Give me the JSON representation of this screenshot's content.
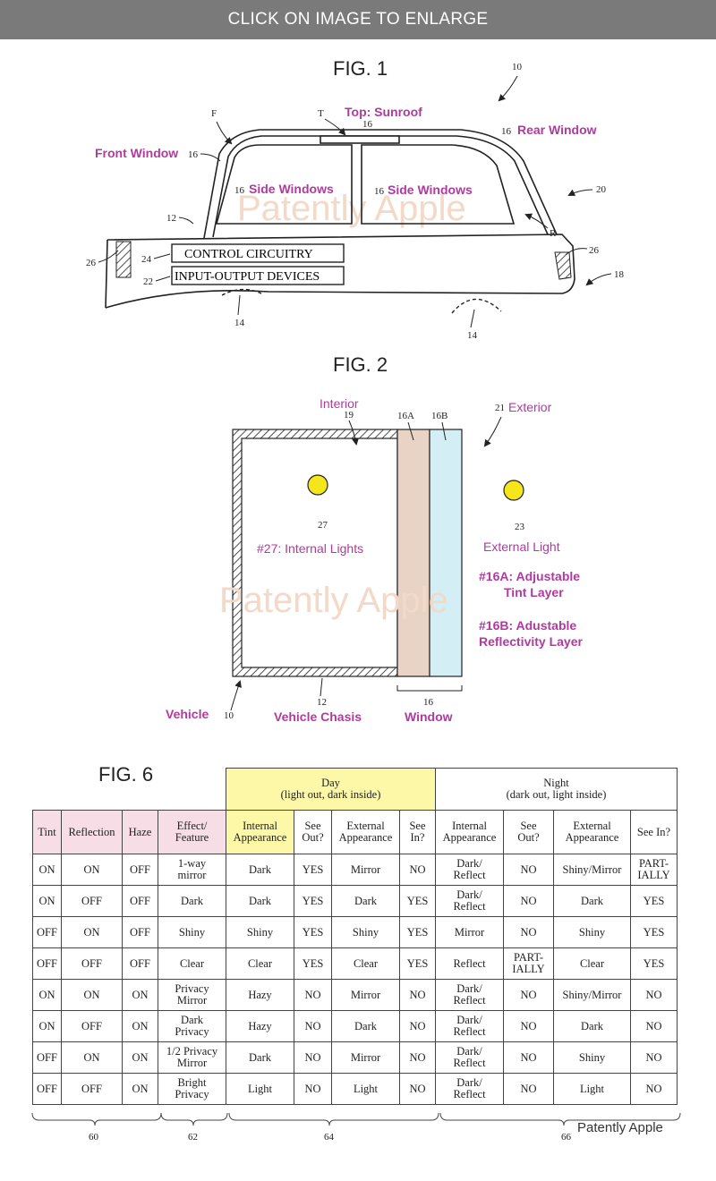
{
  "banner": {
    "label": "CLICK ON IMAGE TO ENLARGE"
  },
  "watermark": "Patently Apple",
  "fig1": {
    "title": "FIG. 1",
    "labels": {
      "top": "Top: Sunroof",
      "rear": "Rear Window",
      "front": "Front Window",
      "side1": "Side Windows",
      "side2": "Side Windows",
      "control": "CONTROL CIRCUITRY",
      "io": "INPUT-OUTPUT DEVICES"
    },
    "refs": {
      "r10": "10",
      "rF": "F",
      "rT": "T",
      "r16a": "16",
      "r16b": "16",
      "r16c": "16",
      "r16d": "16",
      "r16e": "16",
      "r20": "20",
      "r12": "12",
      "rR": "R",
      "r26a": "26",
      "r26b": "26",
      "r24": "24",
      "r22": "22",
      "r18": "18",
      "r14a": "14",
      "r14b": "14"
    }
  },
  "fig2": {
    "title": "FIG. 2",
    "labels": {
      "interior": "Interior",
      "exterior": "Exterior",
      "internal_lights": "#27: Internal Lights",
      "external_light": "External Light",
      "tint1": "#16A: Adjustable",
      "tint2": "Tint Layer",
      "refl1": "#16B: Adustable",
      "refl2": "Reflectivity Layer",
      "vehicle": "Vehicle",
      "chasis": "Vehicle Chasis",
      "window": "Window"
    },
    "refs": {
      "r19": "19",
      "r16A": "16A",
      "r16B": "16B",
      "r21": "21",
      "r27": "27",
      "r23": "23",
      "r10": "10",
      "r12": "12",
      "r16": "16"
    },
    "colors": {
      "tint": "#e8d3c5",
      "reflect": "#d4eef6",
      "light": "#f5e61c"
    }
  },
  "fig6": {
    "title": "FIG. 6",
    "groups": {
      "day_title": "Day",
      "day_sub": "(light out, dark inside)",
      "night_title": "Night",
      "night_sub": "(dark out, light inside)"
    },
    "headers": [
      [
        "Tint"
      ],
      [
        "Reflection"
      ],
      [
        "Haze"
      ],
      [
        "Effect/",
        "Feature"
      ],
      [
        "Internal",
        "Appearance"
      ],
      [
        "See",
        "Out?"
      ],
      [
        "External",
        "Appearance"
      ],
      [
        "See",
        "In?"
      ],
      [
        "Internal",
        "Appearance"
      ],
      [
        "See",
        "Out?"
      ],
      [
        "External",
        "Appearance"
      ],
      [
        "See In?"
      ]
    ],
    "rows": [
      [
        [
          "ON"
        ],
        [
          "ON"
        ],
        [
          "OFF"
        ],
        [
          "1-way",
          "mirror"
        ],
        [
          "Dark"
        ],
        [
          "YES"
        ],
        [
          "Mirror"
        ],
        [
          "NO"
        ],
        [
          "Dark/",
          "Reflect"
        ],
        [
          "NO"
        ],
        [
          "Shiny/Mirror"
        ],
        [
          "PART-",
          "IALLY"
        ]
      ],
      [
        [
          "ON"
        ],
        [
          "OFF"
        ],
        [
          "OFF"
        ],
        [
          "Dark"
        ],
        [
          "Dark"
        ],
        [
          "YES"
        ],
        [
          "Dark"
        ],
        [
          "YES"
        ],
        [
          "Dark/",
          "Reflect"
        ],
        [
          "NO"
        ],
        [
          "Dark"
        ],
        [
          "YES"
        ]
      ],
      [
        [
          "OFF"
        ],
        [
          "ON"
        ],
        [
          "OFF"
        ],
        [
          "Shiny"
        ],
        [
          "Shiny"
        ],
        [
          "YES"
        ],
        [
          "Shiny"
        ],
        [
          "YES"
        ],
        [
          "Mirror"
        ],
        [
          "NO"
        ],
        [
          "Shiny"
        ],
        [
          "YES"
        ]
      ],
      [
        [
          "OFF"
        ],
        [
          "OFF"
        ],
        [
          "OFF"
        ],
        [
          "Clear"
        ],
        [
          "Clear"
        ],
        [
          "YES"
        ],
        [
          "Clear"
        ],
        [
          "YES"
        ],
        [
          "Reflect"
        ],
        [
          "PART-",
          "IALLY"
        ],
        [
          "Clear"
        ],
        [
          "YES"
        ]
      ],
      [
        [
          "ON"
        ],
        [
          "ON"
        ],
        [
          "ON"
        ],
        [
          "Privacy",
          "Mirror"
        ],
        [
          "Hazy"
        ],
        [
          "NO"
        ],
        [
          "Mirror"
        ],
        [
          "NO"
        ],
        [
          "Dark/",
          "Reflect"
        ],
        [
          "NO"
        ],
        [
          "Shiny/Mirror"
        ],
        [
          "NO"
        ]
      ],
      [
        [
          "ON"
        ],
        [
          "OFF"
        ],
        [
          "ON"
        ],
        [
          "Dark",
          "Privacy"
        ],
        [
          "Hazy"
        ],
        [
          "NO"
        ],
        [
          "Dark"
        ],
        [
          "NO"
        ],
        [
          "Dark/",
          "Reflect"
        ],
        [
          "NO"
        ],
        [
          "Dark"
        ],
        [
          "NO"
        ]
      ],
      [
        [
          "OFF"
        ],
        [
          "ON"
        ],
        [
          "ON"
        ],
        [
          "1/2 Privacy",
          "Mirror"
        ],
        [
          "Dark"
        ],
        [
          "NO"
        ],
        [
          "Mirror"
        ],
        [
          "NO"
        ],
        [
          "Dark/",
          "Reflect"
        ],
        [
          "NO"
        ],
        [
          "Shiny"
        ],
        [
          "NO"
        ]
      ],
      [
        [
          "OFF"
        ],
        [
          "OFF"
        ],
        [
          "ON"
        ],
        [
          "Bright",
          "Privacy"
        ],
        [
          "Light"
        ],
        [
          "NO"
        ],
        [
          "Light"
        ],
        [
          "NO"
        ],
        [
          "Dark/",
          "Reflect"
        ],
        [
          "NO"
        ],
        [
          "Light"
        ],
        [
          "NO"
        ]
      ]
    ],
    "brace_refs": {
      "b60": "60",
      "b62": "62",
      "b64": "64",
      "b66": "66"
    },
    "colors": {
      "pink": "#f7dde6",
      "yellow": "#fdf7a8"
    }
  }
}
